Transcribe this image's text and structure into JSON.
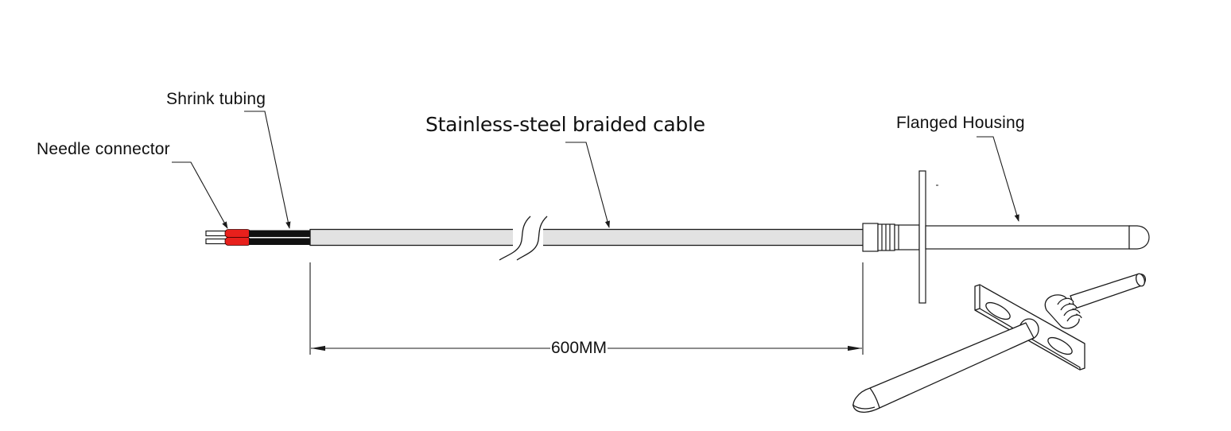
{
  "labels": {
    "needle_connector": "Needle connector",
    "shrink_tubing": "Shrink tubing",
    "braided_cable": "Stainless-steel braided cable",
    "flanged_housing": "Flanged Housing"
  },
  "dimension": {
    "cable_length": "600MM"
  },
  "colors": {
    "line": "#1a1a1a",
    "cable_fill": "#e2e2e2",
    "shrink_red": "#e8201c",
    "insulation_black": "#111111",
    "background": "#ffffff"
  }
}
